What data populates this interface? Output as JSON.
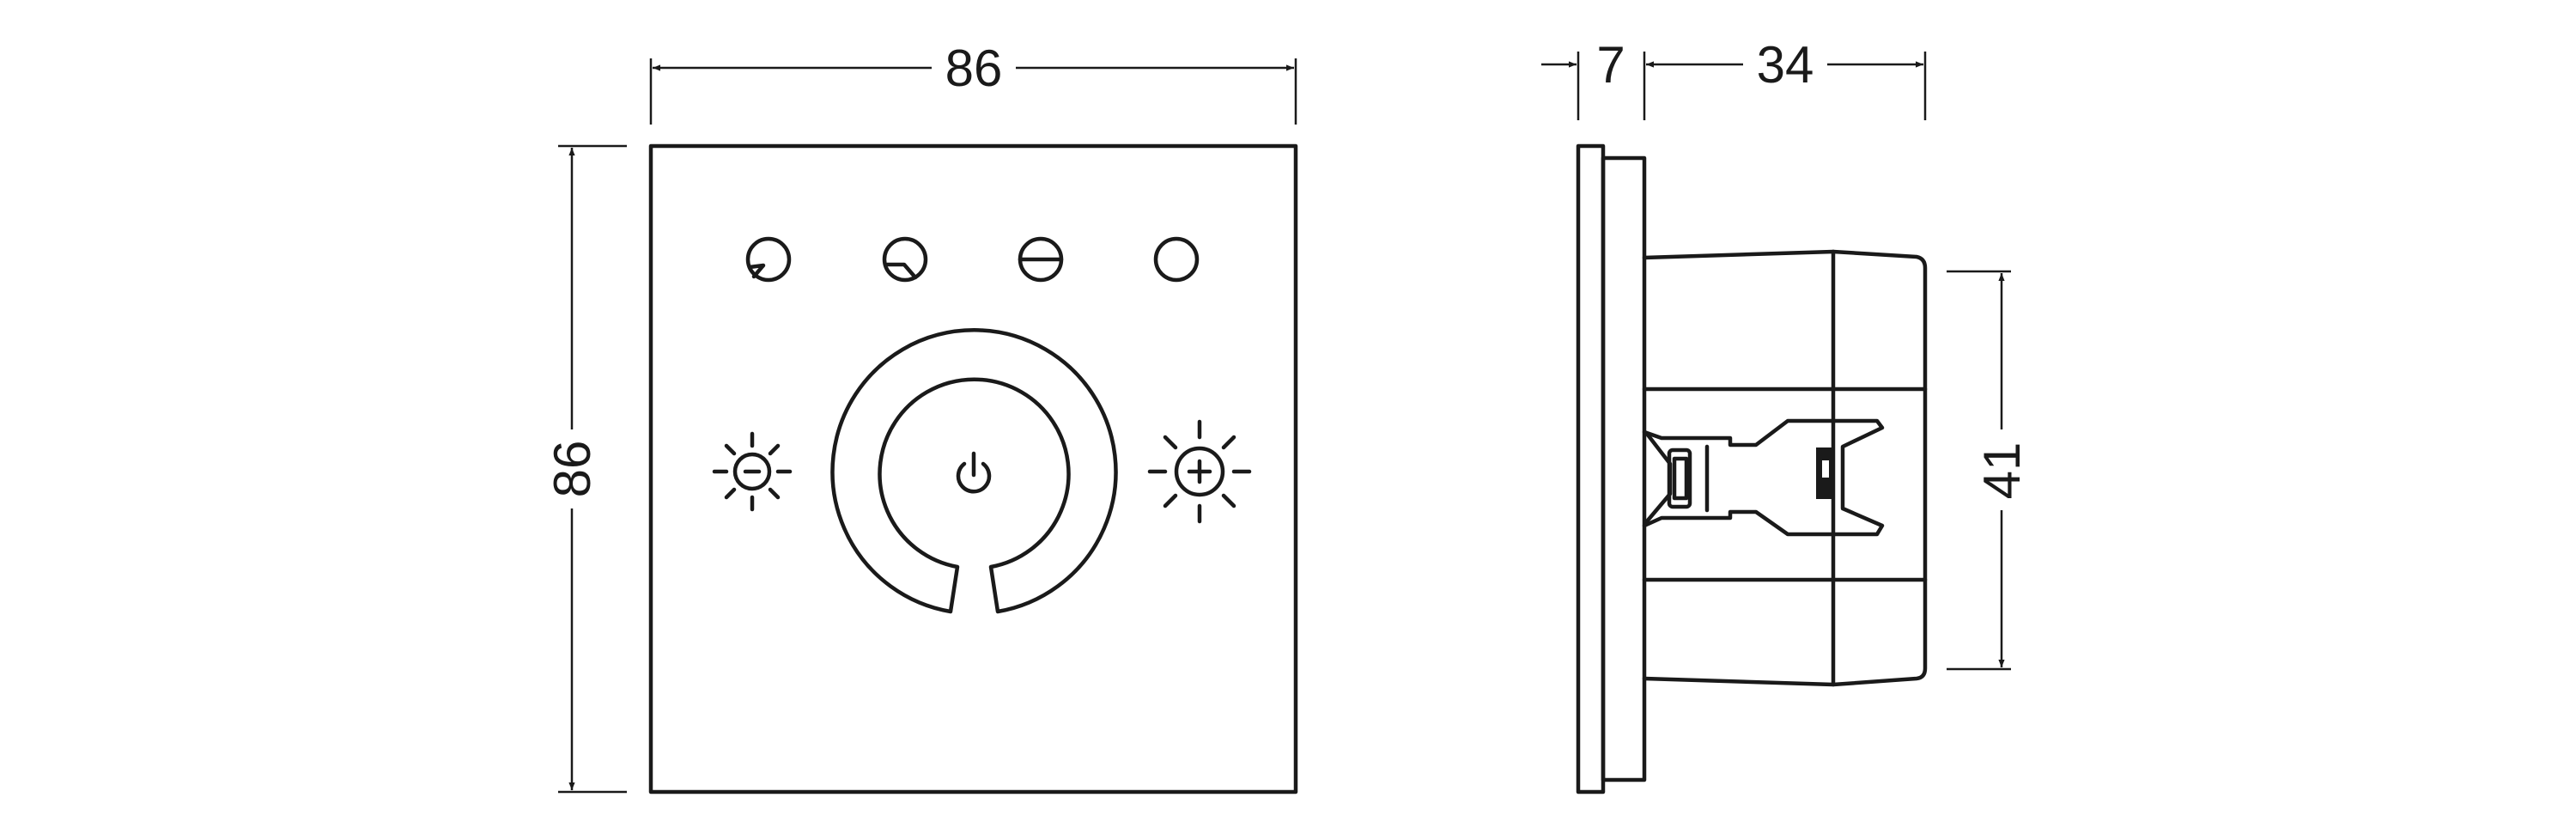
{
  "dimensions": {
    "front_width": "86",
    "front_height": "86",
    "side_plate_depth": "7",
    "side_body_depth": "34",
    "side_body_height": "41"
  },
  "colors": {
    "line": "#1a1a1a",
    "background": "#ffffff"
  }
}
